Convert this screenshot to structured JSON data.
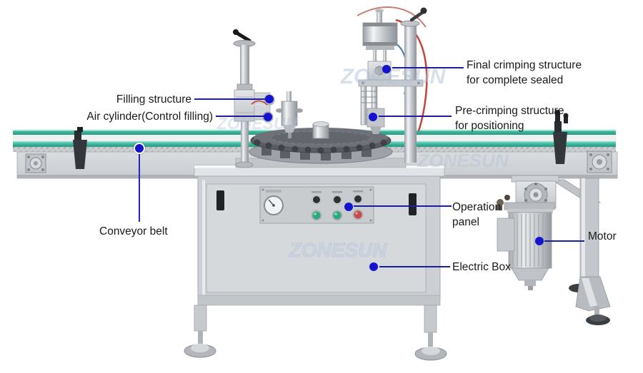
{
  "brand": {
    "watermark": "ZONESUN"
  },
  "labels": {
    "filling_structure": "Filling structure",
    "air_cylinder": "Air cylinder(Control filling)",
    "final_crimping_1": "Final crimping structure",
    "final_crimping_2": "for complete sealed",
    "pre_crimping_1": "Pre-crimping structure",
    "pre_crimping_2": "for positioning",
    "conveyor_belt": "Conveyor belt",
    "operation_panel_1": "Operation",
    "operation_panel_2": "panel",
    "motor": "Motor",
    "electric_box": "Electric Box"
  },
  "colors": {
    "annotation_line": "#1d1d9e",
    "annotation_dot": "#1414cf",
    "label_text": "#1a1a1a",
    "conveyor_rail_teal": "#3cb89e",
    "button_green": "#2ea97d",
    "button_red": "#c74b4b",
    "watermark": "#bcc8da"
  }
}
